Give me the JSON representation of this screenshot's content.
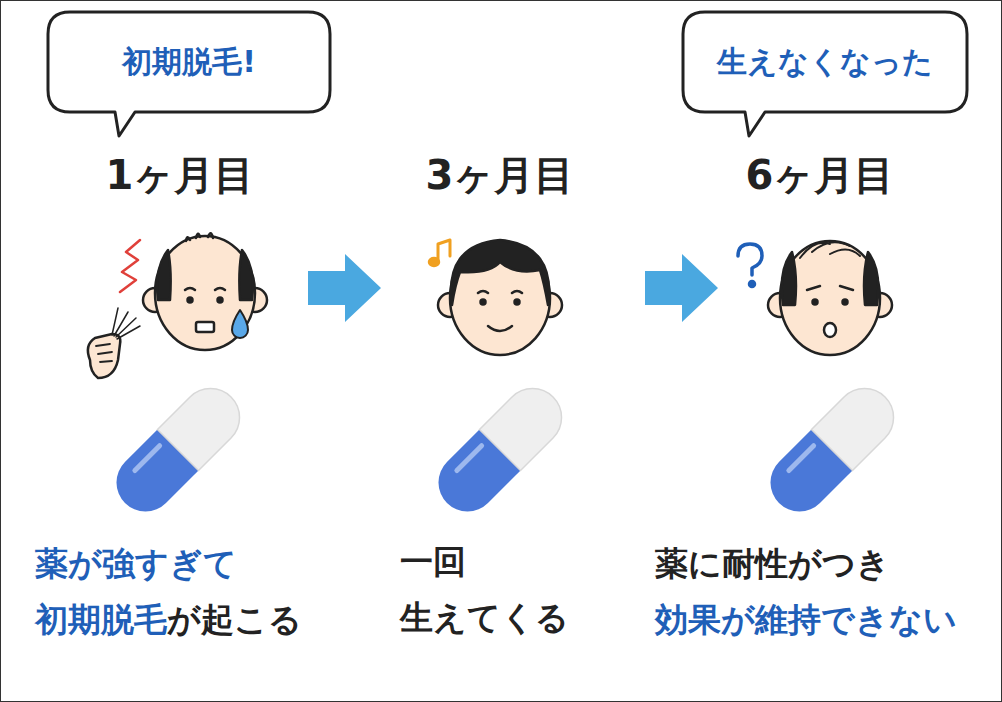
{
  "diagram": {
    "nodes": [
      {
        "text": [
          "初期脱毛!"
        ]
      },
      {
        "text": [
          "生えなくなった"
        ]
      }
    ],
    "labels": [
      "1ヶ月目",
      "3ヶ月目",
      "6ヶ月目",
      "薬が強すぎて",
      "初期脱毛",
      "が起こる",
      "一回 生えてくる",
      "薬に耐性がつき",
      "効果が維持できない"
    ]
  }
}
